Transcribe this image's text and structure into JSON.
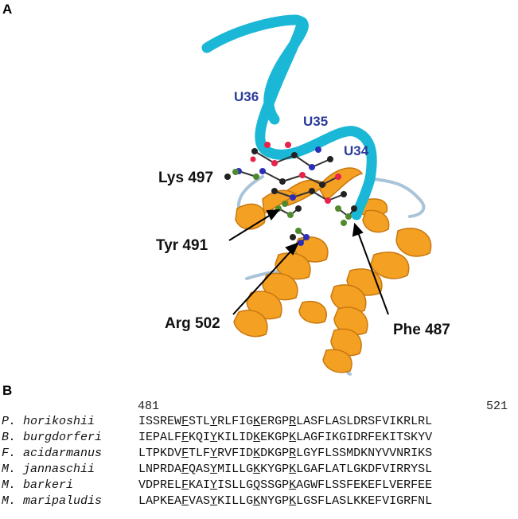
{
  "panel_a": {
    "label": "A",
    "nucleotides": [
      "U36",
      "U35",
      "U34"
    ],
    "residues": [
      "Lys 497",
      "Tyr 491",
      "Arg 502",
      "Phe 487"
    ]
  },
  "panel_b": {
    "label": "B",
    "start_position": "481",
    "end_position": "521",
    "alignment": [
      {
        "species": "P. horikoshii",
        "pre": "ISSREW",
        "u1": "F",
        "mid1": "STL",
        "u2": "Y",
        "mid2": "RLFIG",
        "u3": "K",
        "mid3": "ERGP",
        "u4": "R",
        "post": "LASFLASLDRSFVIKRLRL"
      },
      {
        "species": "B. burgdorferi",
        "pre": "IEPALF",
        "u1": "F",
        "mid1": "KQI",
        "u2": "Y",
        "mid2": "KILID",
        "u3": "K",
        "mid3": "EKGP",
        "u4": "K",
        "post": "LAGFIKGIDRFEKITSKYV"
      },
      {
        "species": "F. acidarmanus",
        "pre": "LTPKDV",
        "u1": "F",
        "mid1": "TLF",
        "u2": "Y",
        "mid2": "RVFID",
        "u3": "K",
        "mid3": "DKGP",
        "u4": "R",
        "post": "LGYFLSSMDKNYVVNRIKS"
      },
      {
        "species": "M. jannaschii",
        "pre": "LNPRDA",
        "u1": "F",
        "mid1": "QAS",
        "u2": "Y",
        "mid2": "MILLG",
        "u3": "K",
        "mid3": "KYGP",
        "u4": "K",
        "post": "LGAFLATLGKDFVIRRYSL"
      },
      {
        "species": "M. barkeri",
        "pre": "VDPREL",
        "u1": "F",
        "mid1": "KAI",
        "u2": "Y",
        "mid2": "ISLLG",
        "u3": "Q",
        "mid3": "SSGP",
        "u4": "K",
        "post": "AGWFLSSFEKEFLVERFEE"
      },
      {
        "species": "M. maripaludis",
        "pre": "LAPKEA",
        "u1": "F",
        "mid1": "VAS",
        "u2": "Y",
        "mid2": "KILLG",
        "u3": "K",
        "mid3": "NYGP",
        "u4": "K",
        "post": "LGSFLASLKKEFVIGRFNL"
      }
    ]
  },
  "colors": {
    "rna": "#1bb7d6",
    "protein": "#f4a023",
    "protein_dark": "#c8780f",
    "loop": "#a9c4d8",
    "nucleotide_label": "#2a3c9a",
    "atom_carbon": "#222222",
    "atom_oxygen": "#e8224a",
    "atom_nitrogen": "#2b2fb8",
    "atom_side_chain": "#4f8a2e"
  }
}
